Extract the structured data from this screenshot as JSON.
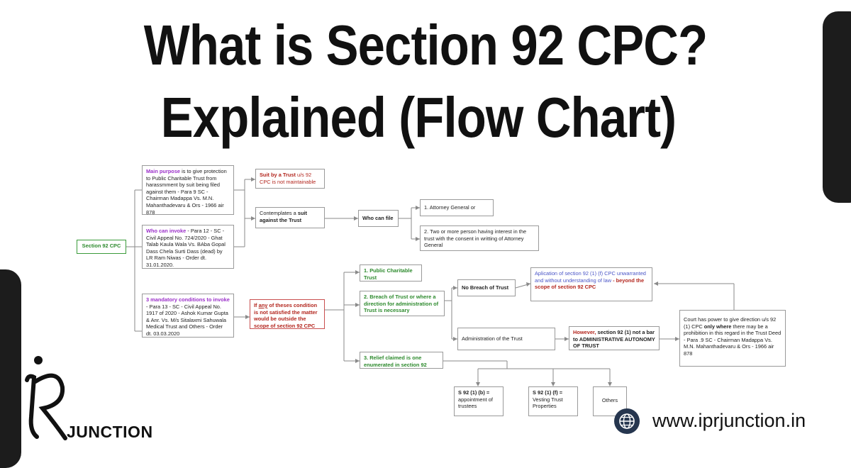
{
  "title": {
    "line1": "What is Section 92 CPC?",
    "line2": "Explained (Flow Chart)"
  },
  "flow": {
    "root": "Section 92 CPC",
    "purpose": {
      "head": "Main purpose",
      "body": " is to give protection to Public Charitable Trust from harassmment by suit being filed against them - Para  9 SC - Chairman Madappa Vs. M.N. Mahanthadevaru & Ors - 1966 air 878"
    },
    "invoke": {
      "head": "Who can invoke",
      "body": " - Para 12 - SC - Civil Appeal No. 724/2020 - Ghat Talab Kaula Wala Vs. BAba Gopal Dass Chela Surti Dass (dead) by LR Ram Niwas - Order dt. 31.01.2020."
    },
    "mandatory": {
      "head": "3 mandatory conditions to invoke",
      "body": " - Para 13 - SC - Civil Appeal No. 1917 of 2020 - Ashok Kumar Gupta & Anr. Vs. M/s Sitalaxmi Sahuwala Medical Trust and Others - Order dt. 03.03.2020"
    },
    "suit_trust": {
      "head": "Suit by a Trust",
      "body": " u/s 92 CPC is not maintainable"
    },
    "contemplates": {
      "pre": "Contemplates a ",
      "bold": "suit against the Trust"
    },
    "who_can_file": "Who can file",
    "ag": "1. Attorney General or",
    "two_or_more": "2. Two or more person having interest in the trust with the consent in writting of Attorney General",
    "any_condition": {
      "pre": "If ",
      "underline": "any",
      "post": " of theses condition is not satisfied the matter would be outside the scope of section 92 CPC"
    },
    "c1": "1. Public Charitable Trust",
    "c2": "2. Breach of Trust or where a direction for administration of Trust is necessary",
    "c3": "3. Relief claimed is one enumerated in section 92",
    "no_breach": "No Breach of Trust",
    "application": {
      "blue": "Aplication of section 92 (1) (f) CPC unwarranted and without understanding of law",
      "red": " - beyond the scope of section 92 CPC"
    },
    "administration": "Administration of the Trust",
    "however": {
      "red": "However,",
      "body": "  section 92 (1) not a bar to ADMINISTRATIVE AUTONOMY OF TRUST"
    },
    "court_power": {
      "pre": "Court has power to give direction u/s 92 (1) CPC ",
      "bold": "only where",
      "post": " there may be a prohibition in this regard in the Trust Deed - Para .9 SC - Chairman Madappa Vs. M.N. Mahanthadevaru & Ors - 1966 air 878"
    },
    "s92b": {
      "bold": "S 92 (1) (b) =",
      "body": " appointment of trustees"
    },
    "s92f": {
      "bold": "S 92 (1) (f) =",
      "body": " Vesting Trust Properties"
    },
    "others": "Others"
  },
  "brand": {
    "logo_text": "JUNCTION",
    "url": "www.iprjunction.in",
    "icon": "globe-icon"
  },
  "colors": {
    "purple": "#9b30c9",
    "red": "#b3261e",
    "green": "#2d8a2d",
    "blue": "#4a55c7",
    "dark": "#1c1c1c"
  }
}
